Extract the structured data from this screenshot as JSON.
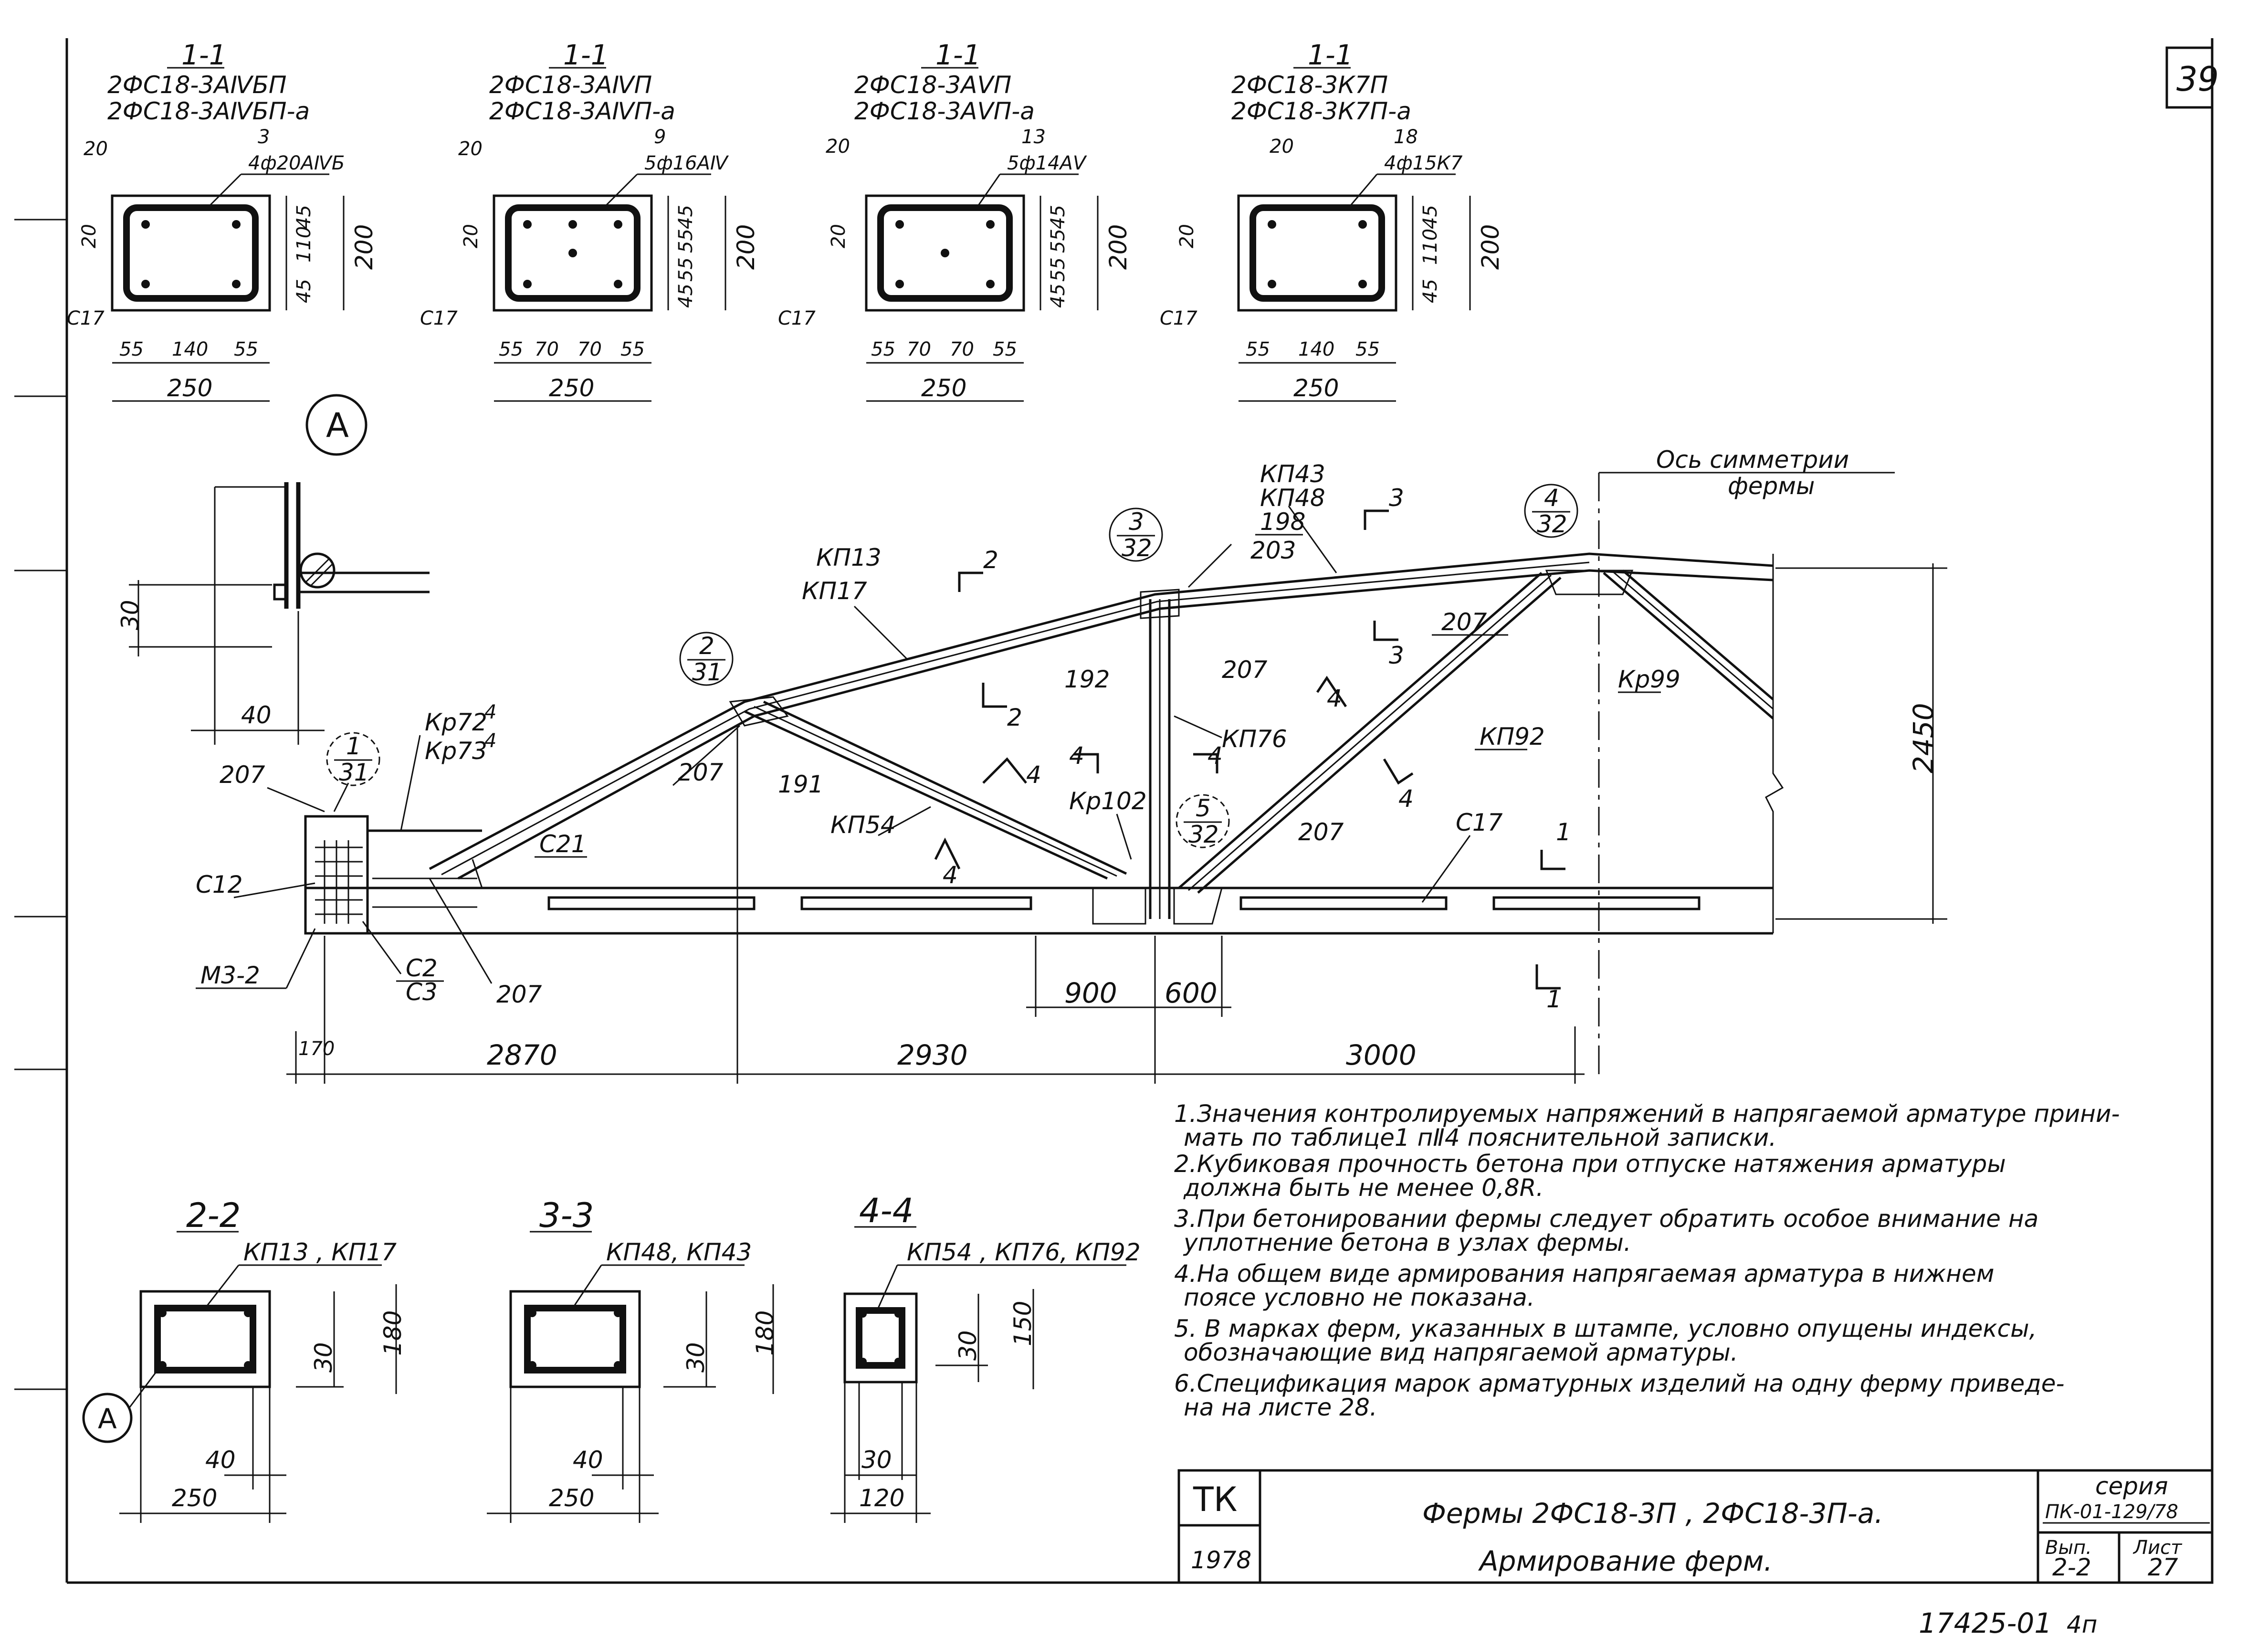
{
  "sheet": {
    "page_number": "39",
    "archive_number": "17425-01",
    "archive_suffix": "4п"
  },
  "sections_top": [
    {
      "title": "1-1",
      "marks": [
        "2ФС18-3АⅣБП",
        "2ФС18-3АⅣБП-а"
      ],
      "rebar_pos": "3",
      "rebar": "4ф20АⅣБ",
      "dim_left": "20",
      "dim_top": "20",
      "dims_right": [
        "45",
        "110",
        "45"
      ],
      "height": "200",
      "bottom_dims": [
        "55",
        "140",
        "55"
      ],
      "width": "250",
      "clamp": "С17"
    },
    {
      "title": "1-1",
      "marks": [
        "2ФС18-3АⅣП",
        "2ФС18-3АⅣП-а"
      ],
      "rebar_pos": "9",
      "rebar": "5ф16АⅣ",
      "dim_left": "20",
      "dim_top": "20",
      "dims_right": [
        "45",
        "55",
        "55",
        "45"
      ],
      "height": "200",
      "bottom_dims": [
        "55",
        "70",
        "70",
        "55"
      ],
      "width": "250",
      "clamp": "С17"
    },
    {
      "title": "1-1",
      "marks": [
        "2ФС18-3АⅤП",
        "2ФС18-3АⅤП-а"
      ],
      "rebar_pos": "13",
      "rebar": "5ф14АⅤ",
      "dim_left": "20",
      "dim_top": "20",
      "dims_right": [
        "45",
        "55",
        "55",
        "45"
      ],
      "height": "200",
      "bottom_dims": [
        "55",
        "70",
        "70",
        "55"
      ],
      "width": "250",
      "clamp": "С17"
    },
    {
      "title": "1-1",
      "marks": [
        "2ФС18-3К7П",
        "2ФС18-3К7П-а"
      ],
      "rebar_pos": "18",
      "rebar": "4ф15К7",
      "dim_left": "20",
      "dim_top": "20",
      "dims_right": [
        "45",
        "110",
        "45"
      ],
      "height": "200",
      "bottom_dims": [
        "55",
        "140",
        "55"
      ],
      "width": "250",
      "clamp": "С17"
    }
  ],
  "detail_a": {
    "label": "А",
    "dim_v": "30",
    "dim_h": "40"
  },
  "truss": {
    "symmetry_axis": [
      "Ось симметрии",
      "фермы"
    ],
    "labels": {
      "kp13": "КП13",
      "kp17": "КП17",
      "kp43": "КП43",
      "kp48": "КП48",
      "l198": "198",
      "l203": "203",
      "l207a": "207",
      "l207b": "207",
      "l207c": "207",
      "l207d": "207",
      "l207e": "207",
      "l207f": "207",
      "l192": "192",
      "l191": "191",
      "kp54": "КП54",
      "kp76": "КП76",
      "kp92": "КП92",
      "kr99": "Кр99",
      "kr102": "Кр102",
      "kr72": "Кр72",
      "kr73": "Кр73",
      "kr_sub": "4",
      "c21": "С21",
      "c17": "С17",
      "c12": "С12",
      "c2": "С2",
      "c3": "С3",
      "m32": "М3-2",
      "sec2": "2",
      "sec3": "3",
      "sec4": "4",
      "sec1": "1"
    },
    "node_refs": [
      {
        "top": "1",
        "bottom": "31"
      },
      {
        "top": "2",
        "bottom": "31"
      },
      {
        "top": "3",
        "bottom": "32"
      },
      {
        "top": "4",
        "bottom": "32"
      },
      {
        "top": "5",
        "bottom": "32"
      }
    ],
    "dims": {
      "d170": "170",
      "d2870": "2870",
      "d2930": "2930",
      "d3000": "3000",
      "d900": "900",
      "d600": "600",
      "height": "2450"
    }
  },
  "sections_bottom": [
    {
      "title": "2-2",
      "marks": "КП13 , КП17",
      "dim_v": "30",
      "height": "180",
      "dim_h": "40",
      "width": "250",
      "ref": "А"
    },
    {
      "title": "3-3",
      "marks": "КП48, КП43",
      "dim_v": "30",
      "height": "180",
      "dim_h": "40",
      "width": "250"
    },
    {
      "title": "4-4",
      "marks": "КП54 , КП76, КП92",
      "dim_v": "30",
      "height": "150",
      "dim_h": "30",
      "width": "120"
    }
  ],
  "notes": [
    "1.Значения контролируемых напряжений в напрягаемой арматуре прини-",
    "мать по таблице1 пⅡ4 пояснительной записки.",
    "2.Кубиковая прочность бетона при отпуске натяжения арматуры",
    "должна быть не менее 0,8R.",
    "3.При бетонировании фермы следует обратить особое внимание на",
    "уплотнение бетона в узлах фермы.",
    "4.На общем виде армирования напрягаемая арматура в нижнем",
    "поясе условно не показана.",
    "5. В марках ферм, указанных в штампе, условно опущены индексы,",
    "обозначающие вид напрягаемой арматуры.",
    "6.Спецификация марок арматурных изделий на одну ферму приведе-",
    "на на листе 28."
  ],
  "stamp": {
    "org": "ТК",
    "year": "1978",
    "title_line1": "Фермы 2ФС18-3П  ,  2ФС18-3П-а.",
    "title_line2": "Армирование  ферм.",
    "series_label": "серия",
    "series_value": "ПК-01-129/78",
    "issue_label": "Вып.",
    "issue_value": "2-2",
    "sheet_label": "Лист",
    "sheet_value": "27"
  }
}
